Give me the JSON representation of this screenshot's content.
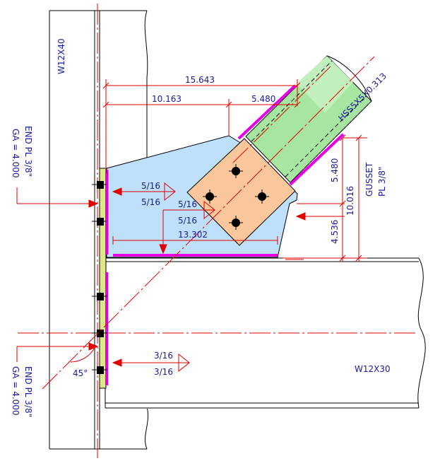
{
  "members": {
    "column": "W12X40",
    "beam": "W12X30",
    "brace": "HSS5X5X0.313"
  },
  "plates": {
    "gusset_line1": "GUSSET",
    "gusset_line2": "PL 3/8\"",
    "end_plate_upper_line1": "END PL 3/8\"",
    "end_plate_upper_line2": "GA = 4.000",
    "end_plate_lower_line1": "END PL 3/8\"",
    "end_plate_lower_line2": "GA = 4.000"
  },
  "dimensions": {
    "top_overall": "15.643",
    "top_left": "10.163",
    "top_right": "5.480",
    "gusset_bottom": "13.302",
    "right_upper": "5.480",
    "right_lower": "4.536",
    "right_overall": "10.016",
    "angle": "45°"
  },
  "welds": {
    "end_plate_upper_top": "5/16",
    "end_plate_upper_bottom": "5/16",
    "brace_top": "5/16",
    "brace_bottom": "5/16",
    "end_plate_lower_top": "3/16",
    "end_plate_lower_bottom": "3/16"
  },
  "colors": {
    "steel_line": "#000000",
    "dimension": "#e00000",
    "text": "#1a1a9a",
    "gusset_fill": "#bfe0fb",
    "plate_fill": "#f9c79b",
    "brace_fill": "#a7e6a0",
    "weld": "#e600e6",
    "end_plate_fill": "#dde88a"
  }
}
